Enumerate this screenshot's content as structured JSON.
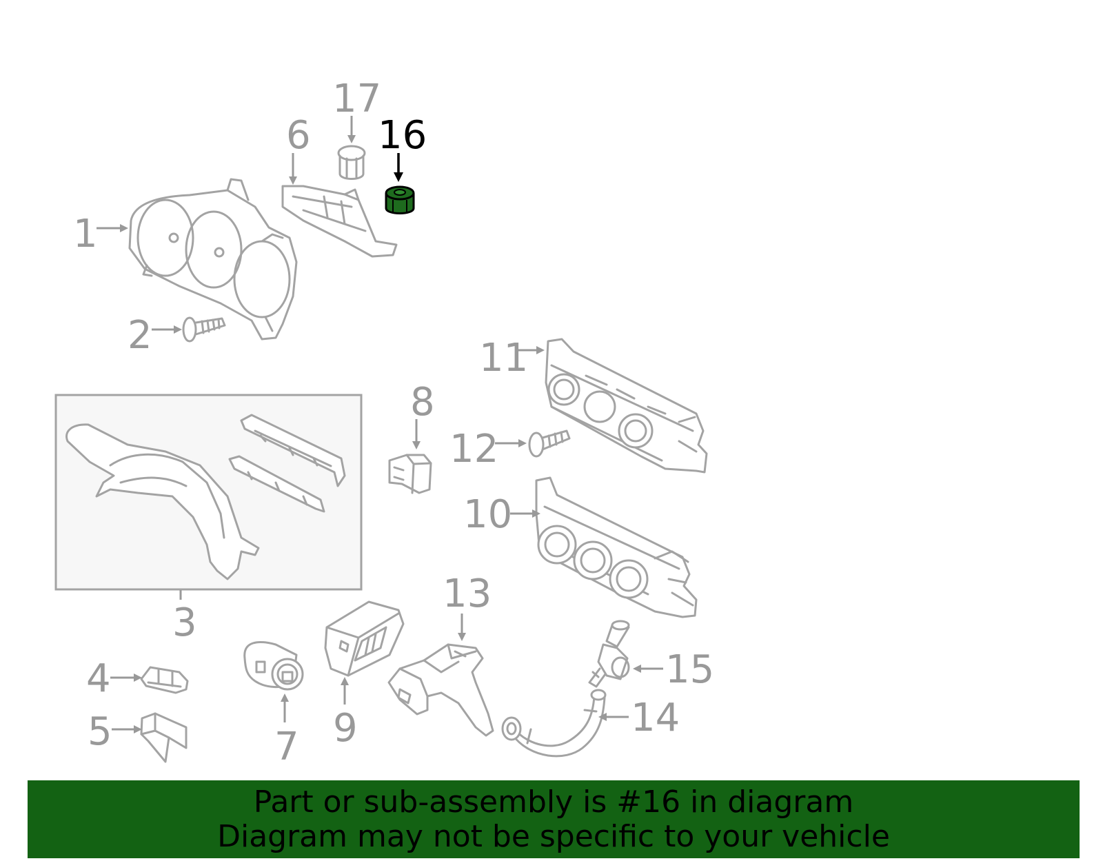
{
  "callouts": {
    "c1": "1",
    "c2": "2",
    "c3": "3",
    "c4": "4",
    "c5": "5",
    "c6": "6",
    "c7": "7",
    "c8": "8",
    "c9": "9",
    "c10": "10",
    "c11": "11",
    "c12": "12",
    "c13": "13",
    "c14": "14",
    "c15": "15",
    "c16": "16",
    "c17": "17"
  },
  "highlighted_part": "16",
  "colors": {
    "highlight_fill": "#1e6b1e",
    "banner_background": "#136213",
    "part_outline": "#a3a3a3",
    "label": "#999999"
  },
  "banner": {
    "line1": "Part or sub-assembly is #16 in diagram",
    "line2": "Diagram may not be specific to your vehicle"
  }
}
